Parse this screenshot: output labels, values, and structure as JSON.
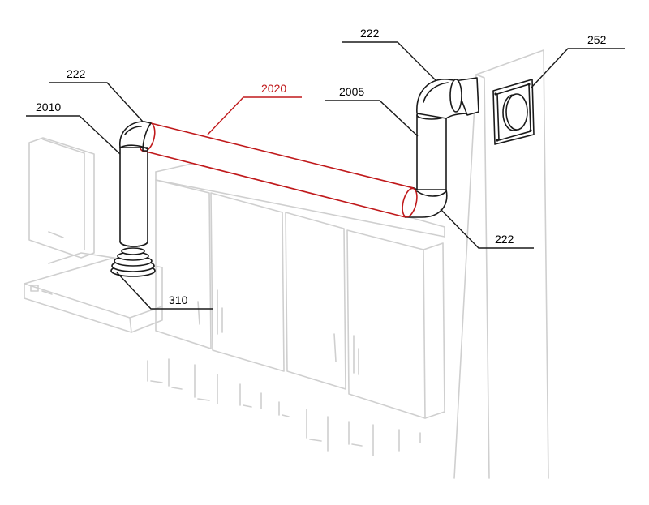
{
  "colors": {
    "outline": "#1a1a1a",
    "highlight": "#c0191b",
    "furniture": "#cfcfcf",
    "background": "#ffffff"
  },
  "labels": [
    {
      "id": "elbow-top-right",
      "text": "222",
      "highlight": false
    },
    {
      "id": "wall-port",
      "text": "252",
      "highlight": false
    },
    {
      "id": "elbow-top-left",
      "text": "222",
      "highlight": false
    },
    {
      "id": "horizontal-pipe",
      "text": "2020",
      "highlight": true
    },
    {
      "id": "right-vertical-pipe",
      "text": "2005",
      "highlight": false
    },
    {
      "id": "left-vertical-pipe",
      "text": "2010",
      "highlight": false
    },
    {
      "id": "elbow-bottom-right",
      "text": "222",
      "highlight": false
    },
    {
      "id": "hood-adapter",
      "text": "310",
      "highlight": false
    }
  ]
}
